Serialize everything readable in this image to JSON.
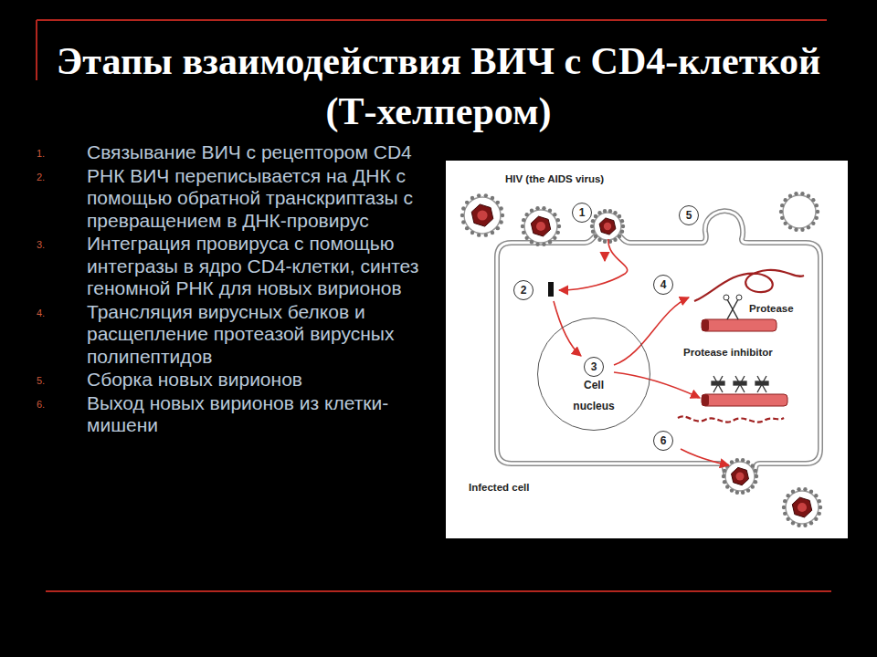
{
  "diagram": {
    "title": "Этапы взаимодействия ВИЧ с CD4-клеткой (Т-хелпером)",
    "nodes": [
      {
        "text": [
          "1"
        ]
      },
      {
        "text": [
          "5"
        ]
      },
      {
        "text": [
          "2"
        ]
      },
      {
        "text": [
          "4"
        ]
      },
      {
        "text": [
          "Cell nucleus"
        ]
      },
      {
        "text": [
          "3"
        ],
        "in": 4
      },
      {
        "text": [
          "6"
        ]
      }
    ],
    "labels": [
      "1.",
      "Связывание ВИЧ с рецептором CD4",
      "2.",
      "РНК ВИЧ переписывается на ДНК с помощью обратной транскриптазы с превращением в ДНК-провирус",
      "3.",
      "Интеграция провируса с помощью интегразы  в ядро CD4-клетки, синтез геномной РНК для новых вирионов",
      "4.",
      "Трансляция вирусных белков и расщепление протеазой вирусных полипептидов",
      "5.",
      "Сборка новых вирионов",
      "6.",
      "Выход новых вирионов из клетки-мишени",
      "HIV (the AIDS virus)",
      "Protease",
      "Protease inhibitor",
      "Infected cell"
    ]
  }
}
